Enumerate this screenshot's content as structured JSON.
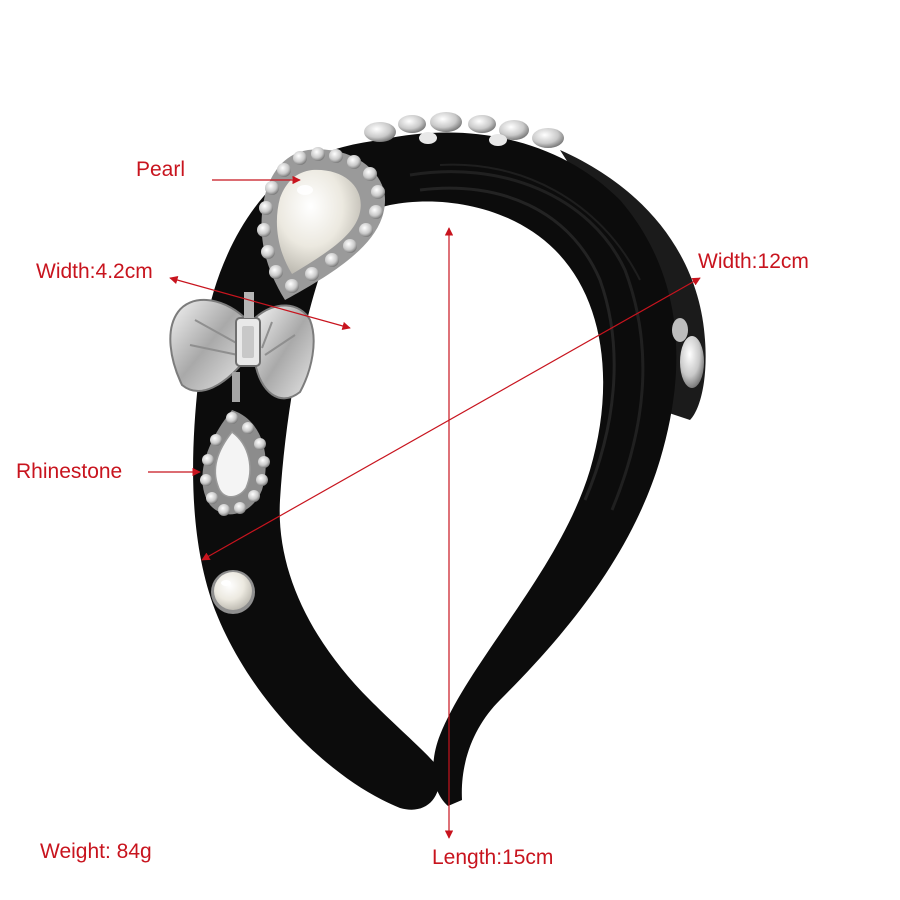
{
  "annotations": {
    "pearl": "Pearl",
    "width_band": "Width:4.2cm",
    "width_total": "Width:12cm",
    "rhinestone": "Rhinestone",
    "weight": "Weight: 84g",
    "length": "Length:15cm"
  },
  "colors": {
    "label": "#c8141e",
    "arrow": "#c8141e",
    "velvet": "#0c0c0c",
    "silver": "#d8d8d8",
    "pearl": "#f3f1ea",
    "background": "#ffffff"
  }
}
